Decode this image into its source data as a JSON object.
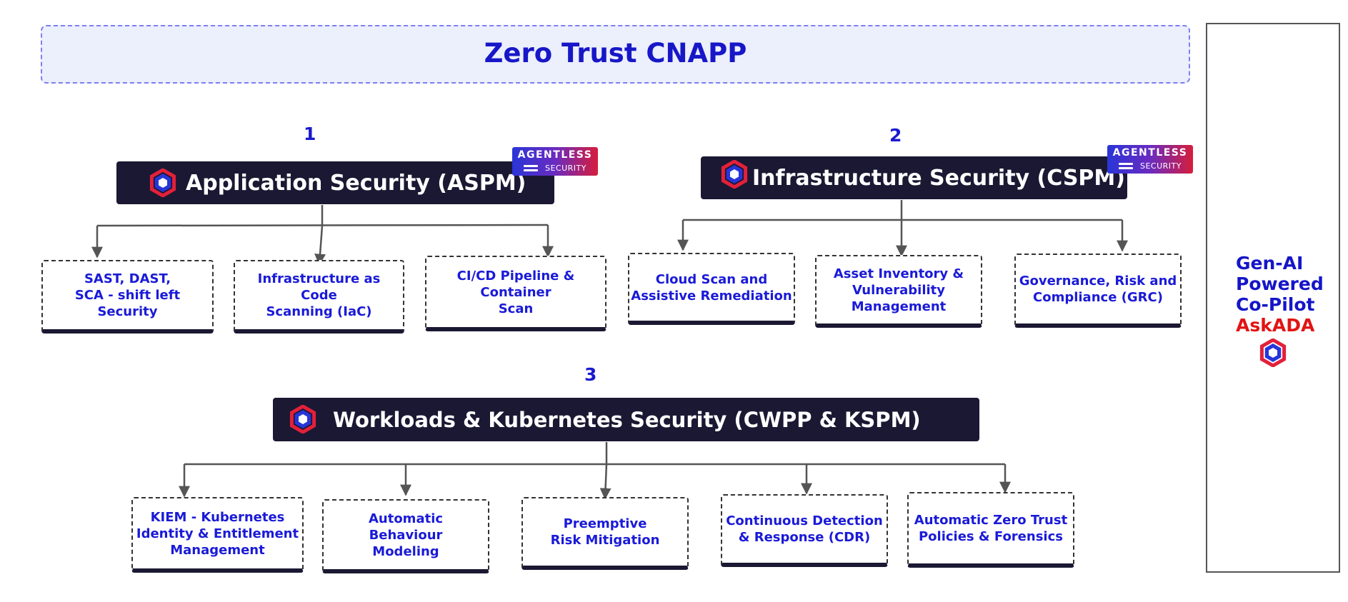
{
  "banner": {
    "title": "Zero Trust CNAPP"
  },
  "sections": [
    {
      "number": "1",
      "title": "Application Security (ASPM)",
      "badge": {
        "line1": "AGENTLESS",
        "line2": "SECURITY"
      },
      "items": [
        "SAST, DAST,\nSCA - shift left Security",
        "Infrastructure as\nCode\nScanning (IaC)",
        "CI/CD Pipeline &\nContainer\nScan"
      ]
    },
    {
      "number": "2",
      "title": "Infrastructure Security (CSPM)",
      "badge": {
        "line1": "AGENTLESS",
        "line2": "SECURITY"
      },
      "items": [
        "Cloud Scan and\nAssistive Remediation",
        "Asset Inventory &\nVulnerability\nManagement",
        "Governance, Risk and\nCompliance (GRC)"
      ]
    },
    {
      "number": "3",
      "title": "Workloads & Kubernetes Security (CWPP & KSPM)",
      "items": [
        "KIEM - Kubernetes\nIdentity & Entitlement\nManagement",
        "Automatic\nBehaviour\nModeling",
        "Preemptive\nRisk Mitigation",
        "Continuous Detection\n& Response (CDR)",
        "Automatic Zero Trust\nPolicies & Forensics"
      ]
    }
  ],
  "copilot": {
    "line1": "Gen-AI",
    "line2": "Powered",
    "line3": "Co-Pilot",
    "line4": "AskADA"
  },
  "colors": {
    "accent_blue": "#1a1ad8",
    "header_dark": "#1b1833",
    "askada_red": "#e21414",
    "banner_fill": "#eceffc",
    "banner_border": "#7d7ff0"
  }
}
